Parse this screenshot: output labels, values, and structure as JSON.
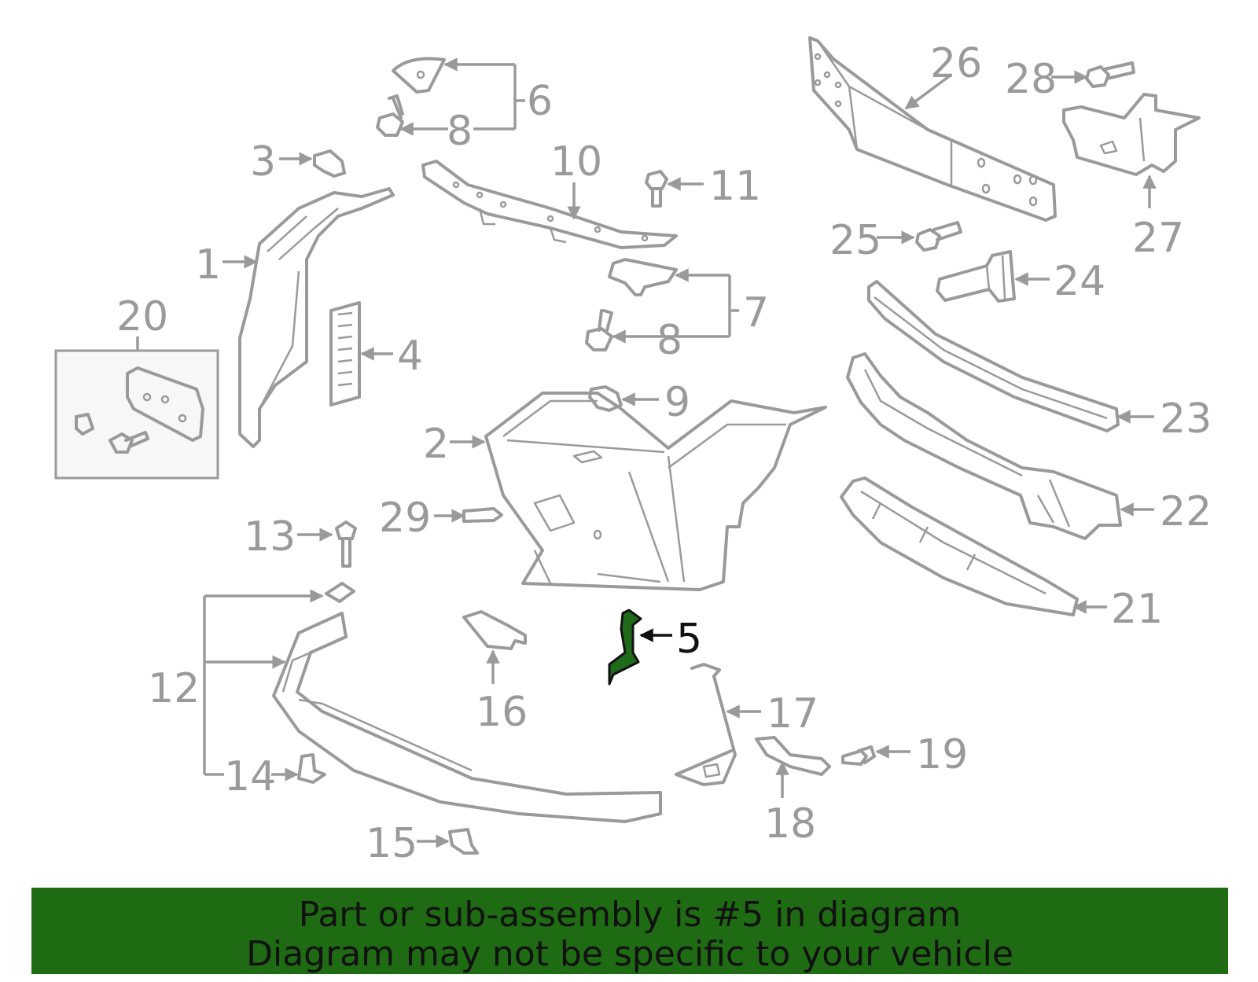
{
  "callouts": {
    "c1": "1",
    "c2": "2",
    "c3": "3",
    "c4": "4",
    "c5": "5",
    "c6": "6",
    "c7": "7",
    "c8a": "8",
    "c8b": "8",
    "c9": "9",
    "c10": "10",
    "c11": "11",
    "c12": "12",
    "c13": "13",
    "c14": "14",
    "c15": "15",
    "c16": "16",
    "c17": "17",
    "c18": "18",
    "c19": "19",
    "c20": "20",
    "c21": "21",
    "c22": "22",
    "c23": "23",
    "c24": "24",
    "c25": "25",
    "c26": "26",
    "c27": "27",
    "c28": "28",
    "c29": "29"
  },
  "highlighted_part": "5",
  "colors": {
    "highlight": "#1f6b13",
    "line_art": "#9a9a9a"
  },
  "banner": {
    "line1": "Part or sub-assembly is #5 in diagram",
    "line2": "Diagram may not be specific to your vehicle"
  }
}
